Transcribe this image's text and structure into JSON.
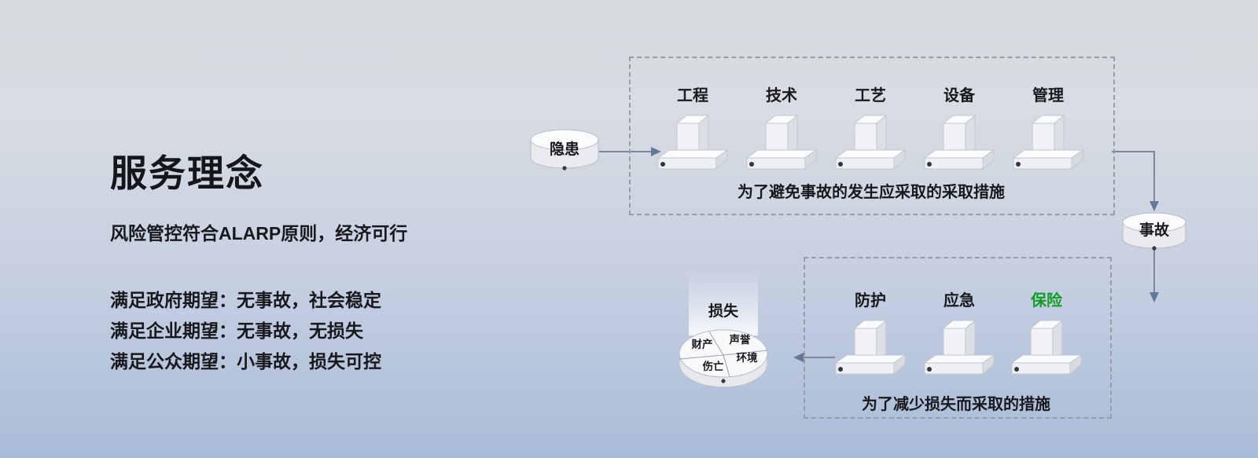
{
  "left_panel": {
    "title": "服务理念",
    "subtitle": "风险管控符合ALARP原则，经济可行",
    "expectations": [
      "满足政府期望：无事故，社会稳定",
      "满足企业期望：无事故，无损失",
      "满足公众期望：小事故，损失可控"
    ]
  },
  "diagram": {
    "hazard_label": "隐患",
    "accident_label": "事故",
    "loss_label": "损失",
    "loss_slices": [
      "财产",
      "声誉",
      "伤亡",
      "环境"
    ],
    "top_box": {
      "barriers": [
        "工程",
        "技术",
        "工艺",
        "设备",
        "管理"
      ],
      "caption": "为了避免事故的发生应采取的采取措施"
    },
    "bottom_box": {
      "barriers": [
        "防护",
        "应急",
        "保险"
      ],
      "caption": "为了减少损失而采取的措施",
      "highlight_index": 2,
      "highlight_color": "#109c25"
    },
    "colors": {
      "arrow": "#64789a",
      "line": "#7d8898",
      "text": "#17191c"
    }
  }
}
